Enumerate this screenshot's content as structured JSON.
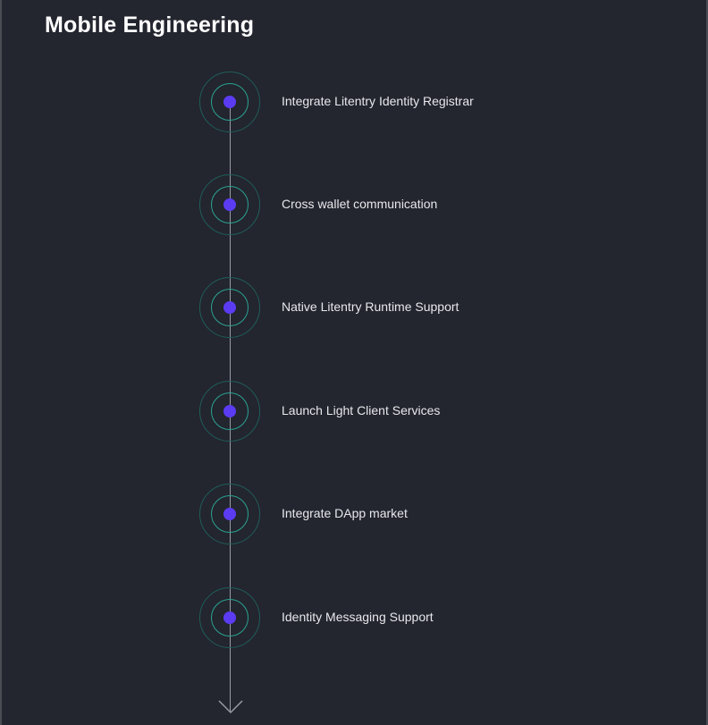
{
  "page": {
    "title": "Mobile Engineering"
  },
  "colors": {
    "background": "#23252f",
    "dot": "#5b3cf2",
    "ring_inner": "#2aa390",
    "ring_outer": "#1f5f58",
    "line": "#9a9ca4"
  },
  "timeline": {
    "items": [
      {
        "label": "Integrate Litentry Identity Registrar"
      },
      {
        "label": "Cross wallet communication"
      },
      {
        "label": "Native Litentry Runtime Support"
      },
      {
        "label": "Launch Light Client Services"
      },
      {
        "label": "Integrate DApp market"
      },
      {
        "label": "Identity Messaging Support"
      }
    ],
    "end_icon": "chevron-down-icon"
  }
}
